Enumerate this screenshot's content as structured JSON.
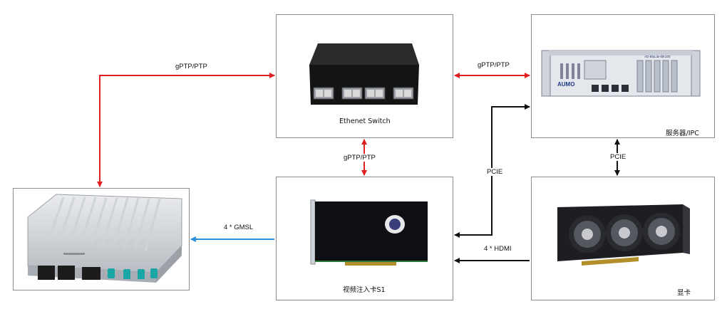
{
  "nodes": {
    "switch": {
      "caption": "Ethenet Switch"
    },
    "server": {
      "caption": "服务器/IPC",
      "brand": "AUMO",
      "model": "AD-BluLite-BK100"
    },
    "domain_controller": {
      "caption": ""
    },
    "injection_card": {
      "caption": "视频注入卡S1"
    },
    "gpu": {
      "caption": "显卡"
    }
  },
  "links": {
    "ptp_left": "gPTP/PTP",
    "ptp_right": "gPTP/PTP",
    "ptp_vertical": "gPTP/PTP",
    "pcie_left": "PCIE",
    "pcie_right": "PCIE",
    "gmsl": "4 * GMSL",
    "hdmi": "4 * HDMI"
  },
  "colors": {
    "ptp": "#e02020",
    "pcie": "#111111",
    "gmsl": "#2a8fdc",
    "hdmi": "#111111"
  }
}
